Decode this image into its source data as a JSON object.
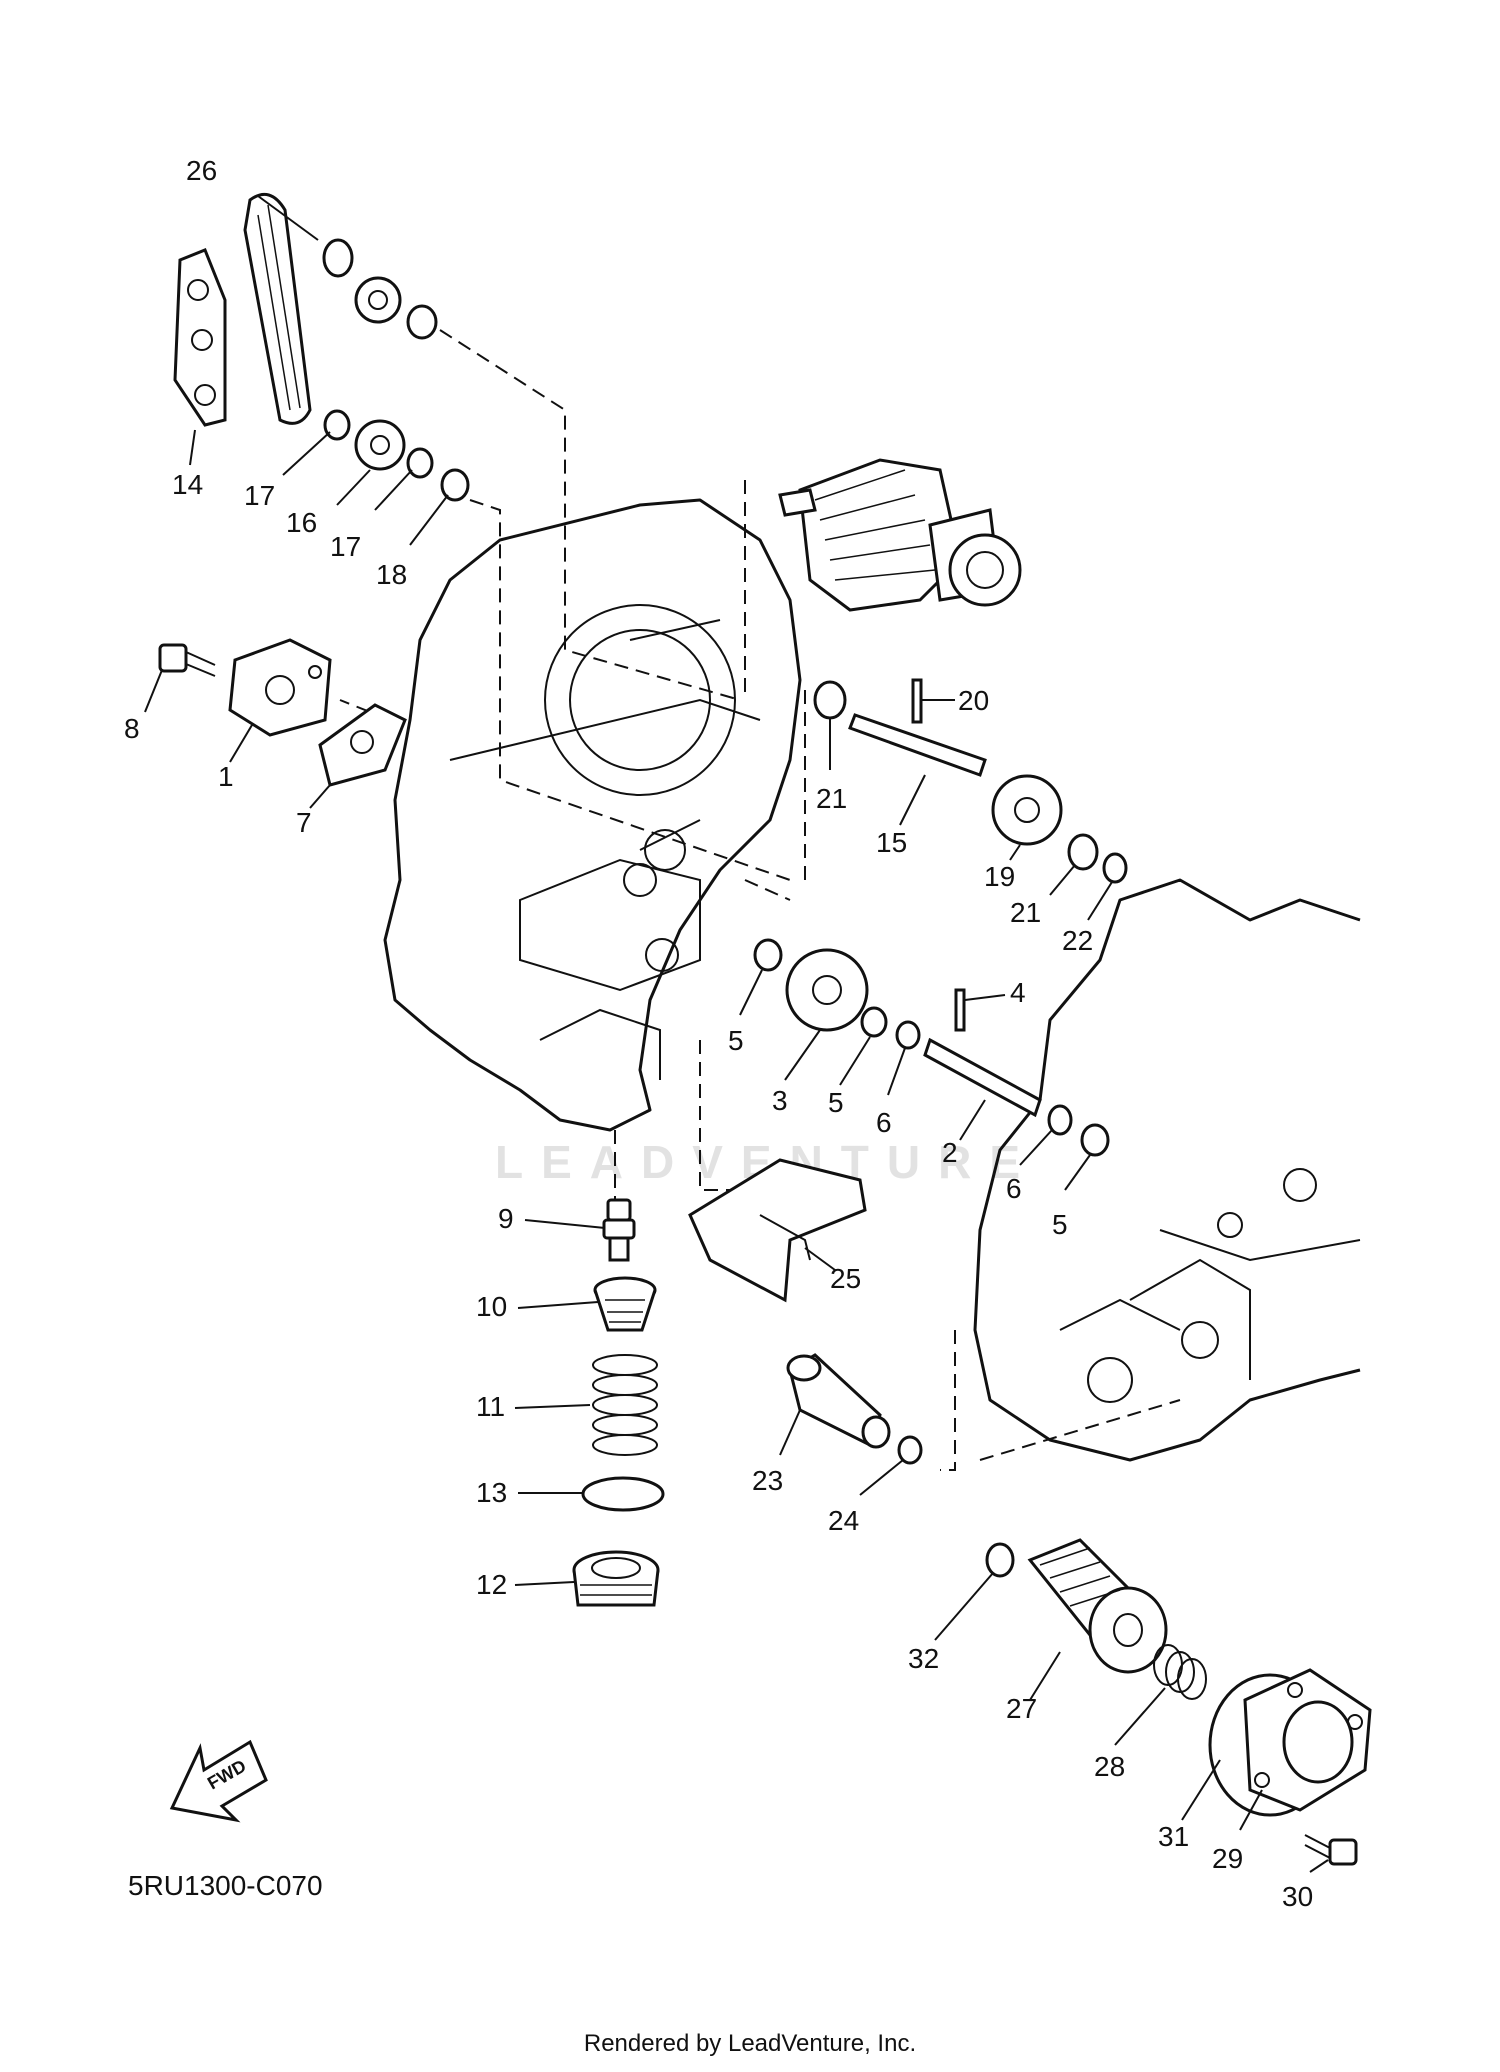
{
  "diagram_code": "5RU1300-C070",
  "watermark_text": "LEADVENTURE",
  "footer_text": "Rendered by LeadVenture, Inc.",
  "fwd_label": "FWD",
  "icons": {
    "fwd_arrow": "fwd-arrow-icon"
  },
  "callouts": {
    "c1": "1",
    "c2": "2",
    "c3": "3",
    "c4": "4",
    "c5a": "5",
    "c5b": "5",
    "c5c": "5",
    "c6a": "6",
    "c6b": "6",
    "c7": "7",
    "c8": "8",
    "c9": "9",
    "c10": "10",
    "c11": "11",
    "c12": "12",
    "c13": "13",
    "c14": "14",
    "c15": "15",
    "c16": "16",
    "c17a": "17",
    "c17b": "17",
    "c18": "18",
    "c19": "19",
    "c20": "20",
    "c21a": "21",
    "c21b": "21",
    "c22": "22",
    "c23": "23",
    "c24": "24",
    "c25": "25",
    "c26": "26",
    "c27": "27",
    "c28": "28",
    "c29": "29",
    "c30": "30",
    "c31": "31",
    "c32": "32"
  }
}
